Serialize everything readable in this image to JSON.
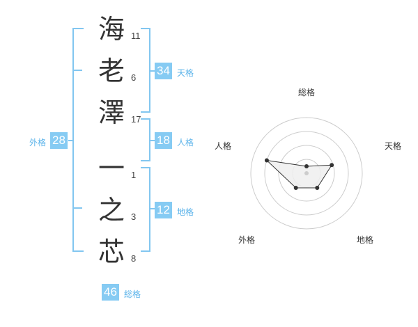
{
  "name": {
    "characters": [
      {
        "char": "海",
        "strokes": "11"
      },
      {
        "char": "老",
        "strokes": "6"
      },
      {
        "char": "澤",
        "strokes": "17"
      },
      {
        "char": "一",
        "strokes": "1"
      },
      {
        "char": "之",
        "strokes": "3"
      },
      {
        "char": "芯",
        "strokes": "8"
      }
    ]
  },
  "fortune": {
    "tenkaku": {
      "value": "34",
      "label": "天格"
    },
    "jinkaku": {
      "value": "18",
      "label": "人格"
    },
    "chikaku": {
      "value": "12",
      "label": "地格"
    },
    "gaikaku": {
      "value": "28",
      "label": "外格"
    },
    "soukaku": {
      "value": "46",
      "label": "総格"
    }
  },
  "chart_data": {
    "type": "radar",
    "axes": [
      "総格",
      "天格",
      "地格",
      "外格",
      "人格"
    ],
    "rings": 4,
    "range": [
      0,
      4
    ],
    "values": [
      0.5,
      1.9,
      1.3,
      1.3,
      3.0
    ],
    "colors": {
      "ring": "#cccccc",
      "fill": "#eeeeee",
      "line": "#333333",
      "point": "#333333",
      "center": "#cccccc"
    }
  },
  "colors": {
    "accent": "#86cbf3",
    "bracket": "#82c6f0"
  }
}
